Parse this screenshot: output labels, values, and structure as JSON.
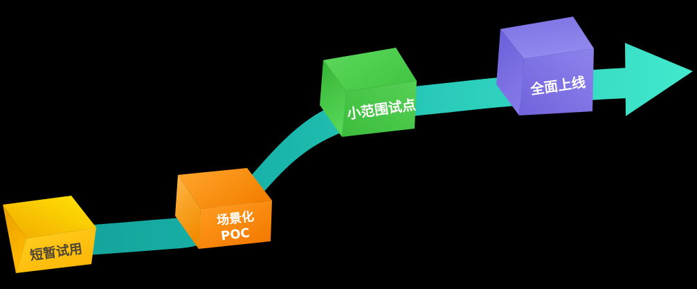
{
  "diagram": {
    "background_color": "#000000",
    "arrow": {
      "description": "flow-arrow",
      "color_start": "#14A49C",
      "color_mid": "#2BCDBB",
      "color_end": "#42E9CC"
    },
    "stages": [
      {
        "lines": [
          "短暂试用"
        ],
        "color": "#FFC415",
        "text_color": "#4F4733"
      },
      {
        "lines": [
          "场景化",
          "POC"
        ],
        "color": "#FB8E12",
        "text_color": "#FFFFFF"
      },
      {
        "lines": [
          "小范围试点"
        ],
        "color": "#48C948",
        "text_color": "#FFFFFF"
      },
      {
        "lines": [
          "全面上线"
        ],
        "color": "#8076E5",
        "text_color": "#FFFFFF"
      }
    ]
  }
}
